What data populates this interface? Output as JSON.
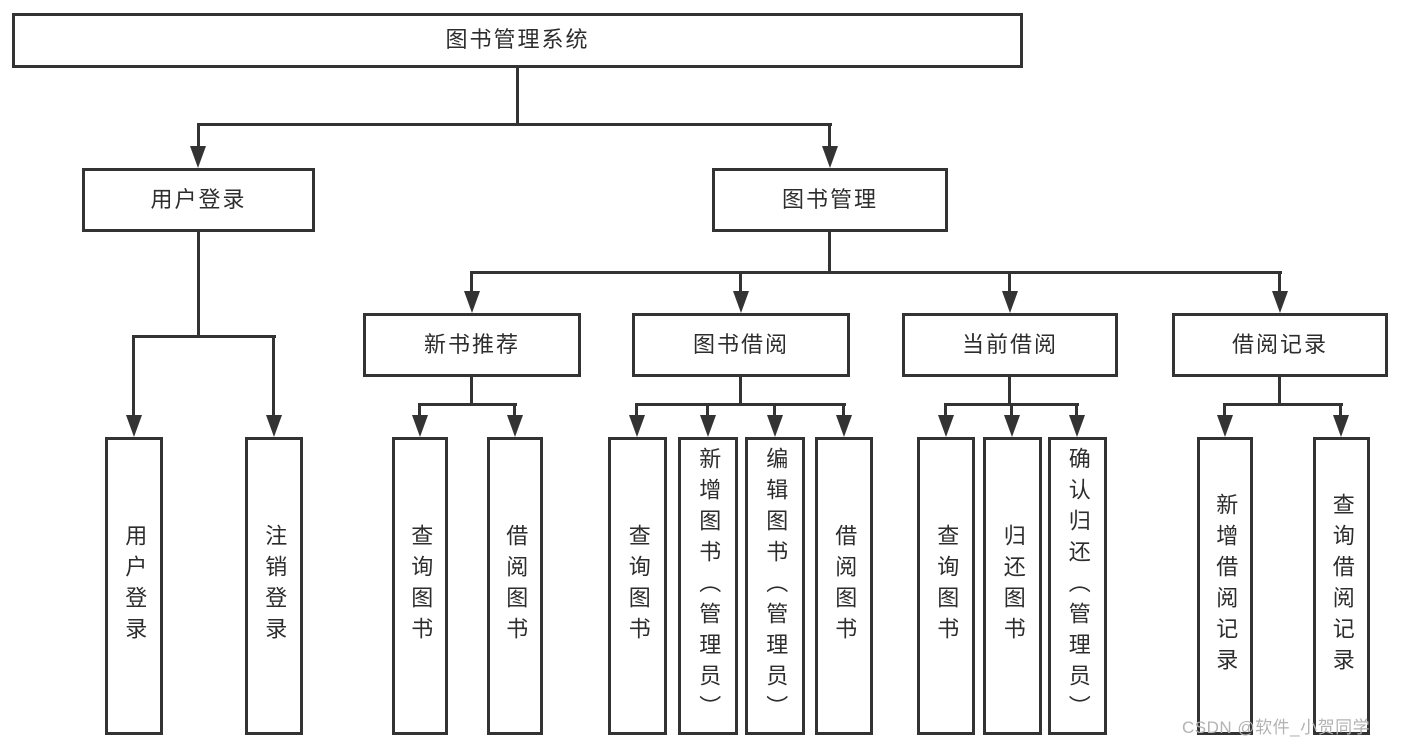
{
  "colors": {
    "line": "#333333",
    "border": "#333333",
    "text": "#2d2d2d",
    "background": "#ffffff",
    "watermark": "#b3b3b3"
  },
  "watermark": {
    "text": "CSDN @软件_小贺同学"
  },
  "tree": {
    "label": "图书管理系统",
    "children": [
      {
        "label": "用户登录",
        "children": [
          {
            "label": "用户登录"
          },
          {
            "label": "注销登录"
          }
        ]
      },
      {
        "label": "图书管理",
        "children": [
          {
            "label": "新书推荐",
            "children": [
              {
                "label": "查询图书"
              },
              {
                "label": "借阅图书"
              }
            ]
          },
          {
            "label": "图书借阅",
            "children": [
              {
                "label": "查询图书"
              },
              {
                "label": "新增图书（管理员）"
              },
              {
                "label": "编辑图书（管理员）"
              },
              {
                "label": "借阅图书"
              }
            ]
          },
          {
            "label": "当前借阅",
            "children": [
              {
                "label": "查询图书"
              },
              {
                "label": "归还图书"
              },
              {
                "label": "确认归还（管理员）"
              }
            ]
          },
          {
            "label": "借阅记录",
            "children": [
              {
                "label": "新增借阅记录"
              },
              {
                "label": "查询借阅记录"
              }
            ]
          }
        ]
      }
    ]
  }
}
